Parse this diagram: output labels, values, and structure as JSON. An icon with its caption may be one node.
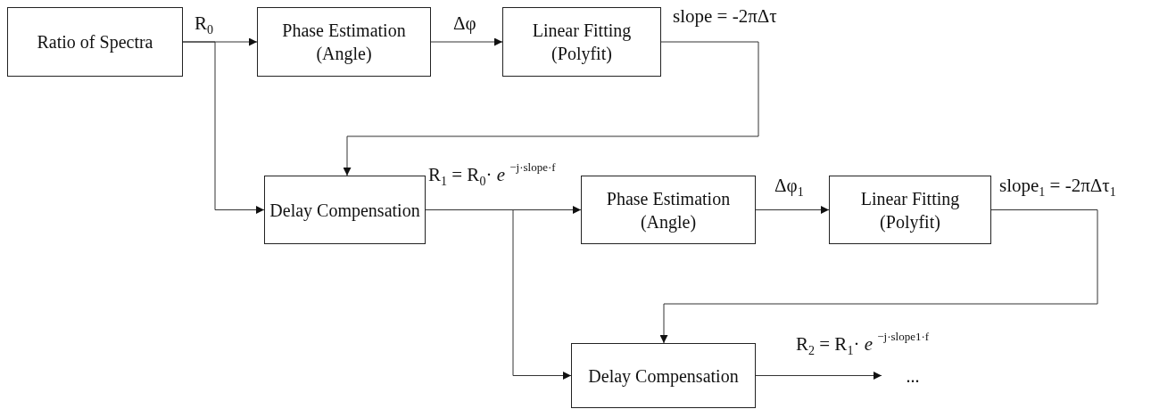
{
  "diagram": {
    "nodes": [
      {
        "text": [
          "Ratio of Spectra"
        ]
      },
      {
        "text": [
          "Phase Estimation (Angle)"
        ]
      },
      {
        "text": [
          "Linear Fitting (Polyfit)"
        ]
      },
      {
        "text": [
          "Delay Compensation"
        ]
      },
      {
        "text": [
          "Phase Estimation (Angle)"
        ]
      },
      {
        "text": [
          "Linear Fitting (Polyfit)"
        ]
      },
      {
        "text": [
          "Delay Compensation"
        ]
      },
      {
        "text": [
          "..."
        ]
      }
    ],
    "edges": [
      {
        "from": 0,
        "to": 1,
        "arrow": "to",
        "label": "R$_{0}$"
      },
      {
        "from": 0,
        "to": 3,
        "arrow": "to"
      },
      {
        "from": 1,
        "to": 2,
        "arrow": "to",
        "label": "Δφ"
      },
      {
        "from": 2,
        "to": 3,
        "arrow": "to",
        "label": "slope = -2πΔτ"
      },
      {
        "from": 3,
        "to": 4,
        "arrow": "to",
        "label": "R$_{1}$ = R$_{0}$· *e* $^{−j·slope·f}$"
      },
      {
        "from": 3,
        "to": 6,
        "arrow": "to"
      },
      {
        "from": 4,
        "to": 5,
        "arrow": "to",
        "label": "Δφ$_{1}$"
      },
      {
        "from": 5,
        "to": 6,
        "arrow": "to",
        "label": "slope$_{1}$ = -2πΔτ$_{1}$"
      },
      {
        "from": 6,
        "to": 7,
        "arrow": "to",
        "label": "R$_{2}$ = R$_{1}$· *e* $^{−j·slope1·f}$"
      }
    ]
  }
}
